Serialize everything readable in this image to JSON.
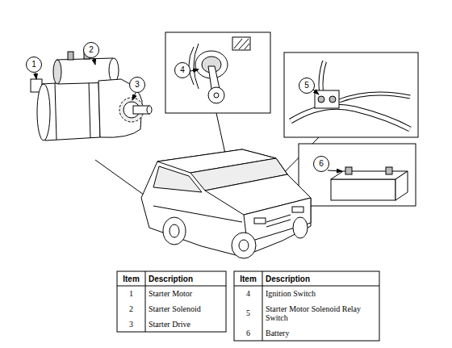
{
  "diagram": {
    "nodes": [
      {
        "text": [
          "1"
        ]
      },
      {
        "text": [
          "2"
        ]
      },
      {
        "text": [
          "3"
        ]
      },
      {
        "text": [
          "4"
        ]
      },
      {
        "text": [
          "5"
        ]
      },
      {
        "text": [
          "6"
        ]
      }
    ],
    "labels": [
      "Item",
      "Description",
      "1",
      "Starter Motor",
      "2",
      "Starter Solenoid",
      "3",
      "Starter Drive",
      "Item",
      "Description",
      "4",
      "Ignition Switch",
      "5",
      "Starter Motor Solenoid Relay Switch",
      "6",
      "Battery"
    ]
  }
}
